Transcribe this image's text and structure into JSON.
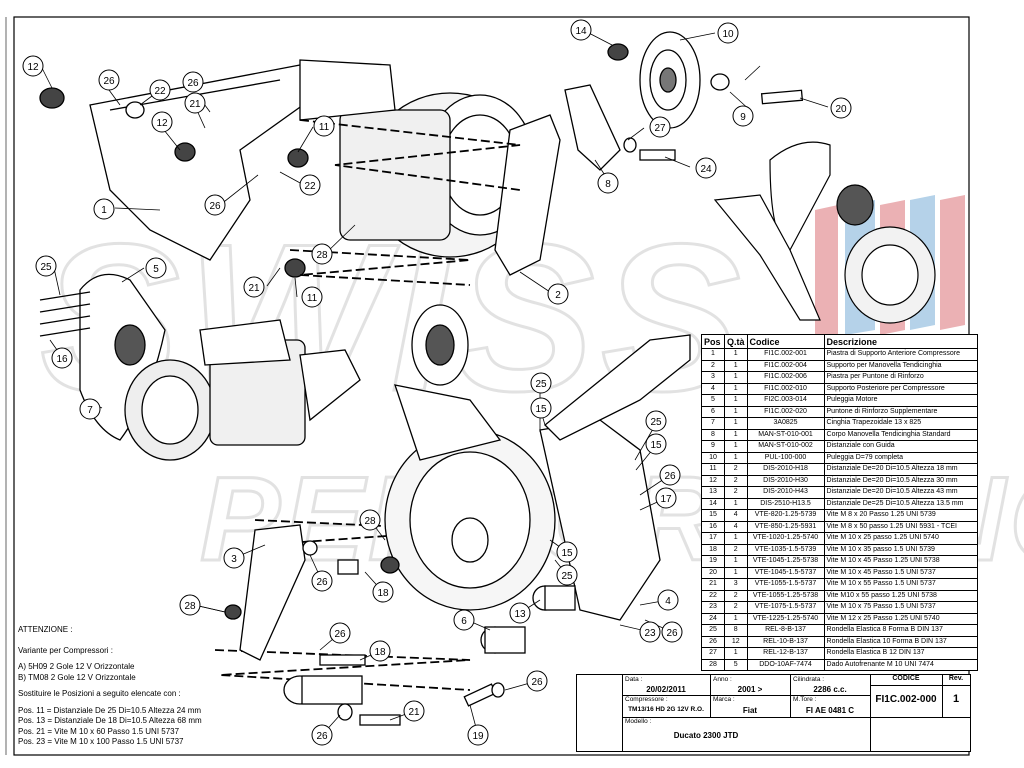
{
  "parts_table": {
    "headers": [
      "Pos",
      "Q.tà",
      "Codice",
      "Descrizione"
    ],
    "rows": [
      [
        "1",
        "1",
        "FI1C.002-001",
        "Piastra di Supporto Anteriore Compressore"
      ],
      [
        "2",
        "1",
        "FI1C.002-004",
        "Supporto per Manovella Tendicinghia"
      ],
      [
        "3",
        "1",
        "FI1C.002-006",
        "Piastra per Puntone di Rinforzo"
      ],
      [
        "4",
        "1",
        "FI1C.002-010",
        "Supporto Posteriore per Compressore"
      ],
      [
        "5",
        "1",
        "FI2C.003-014",
        "Puleggia Motore"
      ],
      [
        "6",
        "1",
        "FI1C.002-020",
        "Puntone di Rinforzo Supplementare"
      ],
      [
        "7",
        "1",
        "3A0825",
        "Cinghia Trapezoidale 13 x 825"
      ],
      [
        "8",
        "1",
        "MAN-ST-010-001",
        "Corpo Manovella Tendicinghia Standard"
      ],
      [
        "9",
        "1",
        "MAN-ST-010-002",
        "Distanziale con Guida"
      ],
      [
        "10",
        "1",
        "PUL-100-000",
        "Puleggia D=79 completa"
      ],
      [
        "11",
        "2",
        "DIS-2010-H18",
        "Distanziale De=20 Di=10.5 Altezza 18 mm"
      ],
      [
        "12",
        "2",
        "DIS-2010-H30",
        "Distanziale De=20 Di=10.5 Altezza 30 mm"
      ],
      [
        "13",
        "2",
        "DIS-2010-H43",
        "Distanziale De=20 Di=10.5 Altezza 43 mm"
      ],
      [
        "14",
        "1",
        "DIS-2510-H13.5",
        "Distanziale De=25 Di=10.5 Altezza 13.5 mm"
      ],
      [
        "15",
        "4",
        "VTE-820-1.25-5739",
        "Vite M 8 x 20 Passo 1.25 UNI 5739"
      ],
      [
        "16",
        "4",
        "VTE-850-1.25-5931",
        "Vite M 8 x 50 passo 1.25 UNI 5931 - TCEI"
      ],
      [
        "17",
        "1",
        "VTE-1020-1.25-5740",
        "Vite M 10 x 25 passo 1.25 UNI 5740"
      ],
      [
        "18",
        "2",
        "VTE-1035-1.5-5739",
        "Vite M 10 x 35 passo 1.5 UNI 5739"
      ],
      [
        "19",
        "1",
        "VTE-1045-1.25-5738",
        "Vite M 10 x 45 Passo 1.25 UNI 5738"
      ],
      [
        "20",
        "1",
        "VTE-1045-1.5-5737",
        "Vite M 10 x 45 Passo 1.5 UNI 5737"
      ],
      [
        "21",
        "3",
        "VTE-1055-1.5-5737",
        "Vite M 10 x 55 Passo 1.5 UNI 5737"
      ],
      [
        "22",
        "2",
        "VTE-1055-1.25-5738",
        "Vite M10 x 55 passo 1.25 UNI 5738"
      ],
      [
        "23",
        "2",
        "VTE-1075-1.5-5737",
        "Vite M 10 x 75 Passo 1.5 UNI 5737"
      ],
      [
        "24",
        "1",
        "VTE-1225-1.25-5740",
        "Vite M 12 x 25 Passo 1.25 UNI 5740"
      ],
      [
        "25",
        "8",
        "REL-8-B-137",
        "Rondella Elastica 8 Forma B DIN 137"
      ],
      [
        "26",
        "12",
        "REL-10-B-137",
        "Rondella Elastica 10 Forma B DIN 137"
      ],
      [
        "27",
        "1",
        "REL-12-B-137",
        "Rondella Elastica B 12 DIN 137"
      ],
      [
        "28",
        "5",
        "DDO-10AF-7474",
        "Dado Autofrenante M 10 UNI 7474"
      ]
    ]
  },
  "notes": {
    "title": "ATTENZIONE :",
    "lines": [
      "Variante per Compressori :",
      "A) 5H09 2 Gole 12 V Orizzontale",
      "B) TM08 2 Gole 12 V Orizzontale",
      "Sostituire le Posizioni a seguito elencate con :",
      "Pos. 11 = Distanziale De 25 Di=10.5 Altezza 24 mm",
      "Pos. 13 = Distanziale De 18 Di=10.5 Altezza 68 mm",
      "Pos. 21 = Vite M 10 x 60 Passo 1.5 UNI 5737",
      "Pos. 23 = Vite M 10 x 100 Passo 1.5 UNI 5737"
    ]
  },
  "title_block": {
    "data_label": "Data :",
    "data": "20/02/2011",
    "anno_label": "Anno :",
    "anno": "2001 >",
    "cilindrata_label": "Cilindrata :",
    "cilindrata": "2286 c.c.",
    "codice_label": "CODICE",
    "codice": "FI1C.002-000",
    "rev_label": "Rev.",
    "rev": "1",
    "compressore_label": "Compressore :",
    "compressore": "TM13/16 HD 2G 12V R.O.",
    "marca_label": "Marca :",
    "marca": "Fiat",
    "motore_label": "M.Tore :",
    "motore": "FI AE 0481 C",
    "modello_label": "Modello :",
    "modello": "Ducato 2300 JTD"
  },
  "watermark": {
    "line1": "SWISS",
    "line2": "PERFORMANCE"
  },
  "callouts": [
    "14",
    "10",
    "12",
    "26",
    "22",
    "26",
    "21",
    "12",
    "11",
    "26",
    "22",
    "1",
    "27",
    "8",
    "24",
    "20",
    "9",
    "28",
    "2",
    "11",
    "21",
    "25",
    "5",
    "16",
    "7",
    "25",
    "15",
    "25",
    "15",
    "26",
    "17",
    "3",
    "26",
    "18",
    "28",
    "15",
    "25",
    "28",
    "26",
    "18",
    "6",
    "13",
    "4",
    "23",
    "26",
    "26",
    "21",
    "19",
    "26"
  ],
  "colors": {
    "ink": "#000000",
    "watermark": "#e6e6e6",
    "flag_red": "#e8a4a8",
    "flag_blue": "#a9cbe6"
  }
}
